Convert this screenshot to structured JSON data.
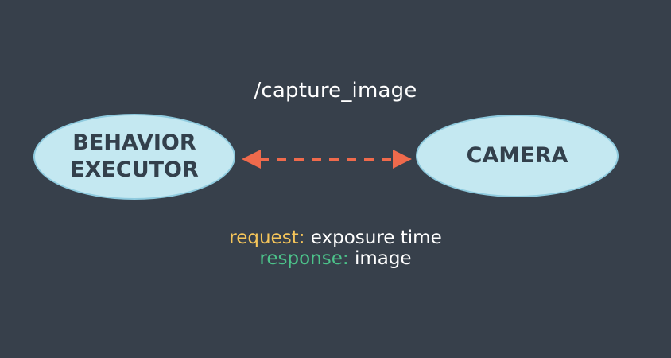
{
  "topic": "/capture_image",
  "nodes": {
    "left": {
      "label": "BEHAVIOR\nEXECUTOR"
    },
    "right": {
      "label": "CAMERA"
    }
  },
  "messages": {
    "request_key": "request:",
    "request_value": "exposure time",
    "response_key": "response:",
    "response_value": "image"
  },
  "colors": {
    "background": "#37404b",
    "node_fill": "#c4e8f1",
    "node_text": "#33404c",
    "arrow": "#ef6a4c",
    "request": "#f5c55a",
    "response": "#4cc28a",
    "text": "#ffffff"
  }
}
